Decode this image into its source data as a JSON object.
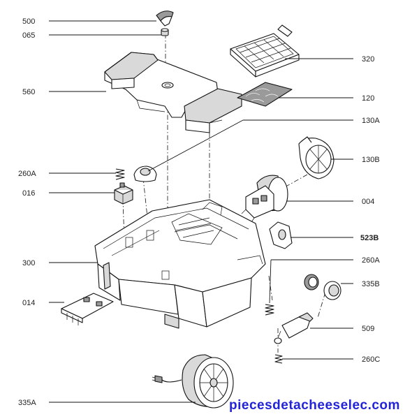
{
  "labels": {
    "l500": "500",
    "l065": "065",
    "l560": "560",
    "l320": "320",
    "l120": "120",
    "l130A": "130A",
    "l130B": "130B",
    "l260A_left": "260A",
    "l016": "016",
    "l004": "004",
    "l523B": "523B",
    "l300": "300",
    "l260A_right": "260A",
    "l335B": "335B",
    "l014": "014",
    "l509": "509",
    "l260C": "260C",
    "l335A": "335A"
  },
  "watermark": "piecesdetacheeselec.com",
  "colors": {
    "line": "#111111",
    "watermark": "#2323d8",
    "shade": "#d9d9d9"
  }
}
